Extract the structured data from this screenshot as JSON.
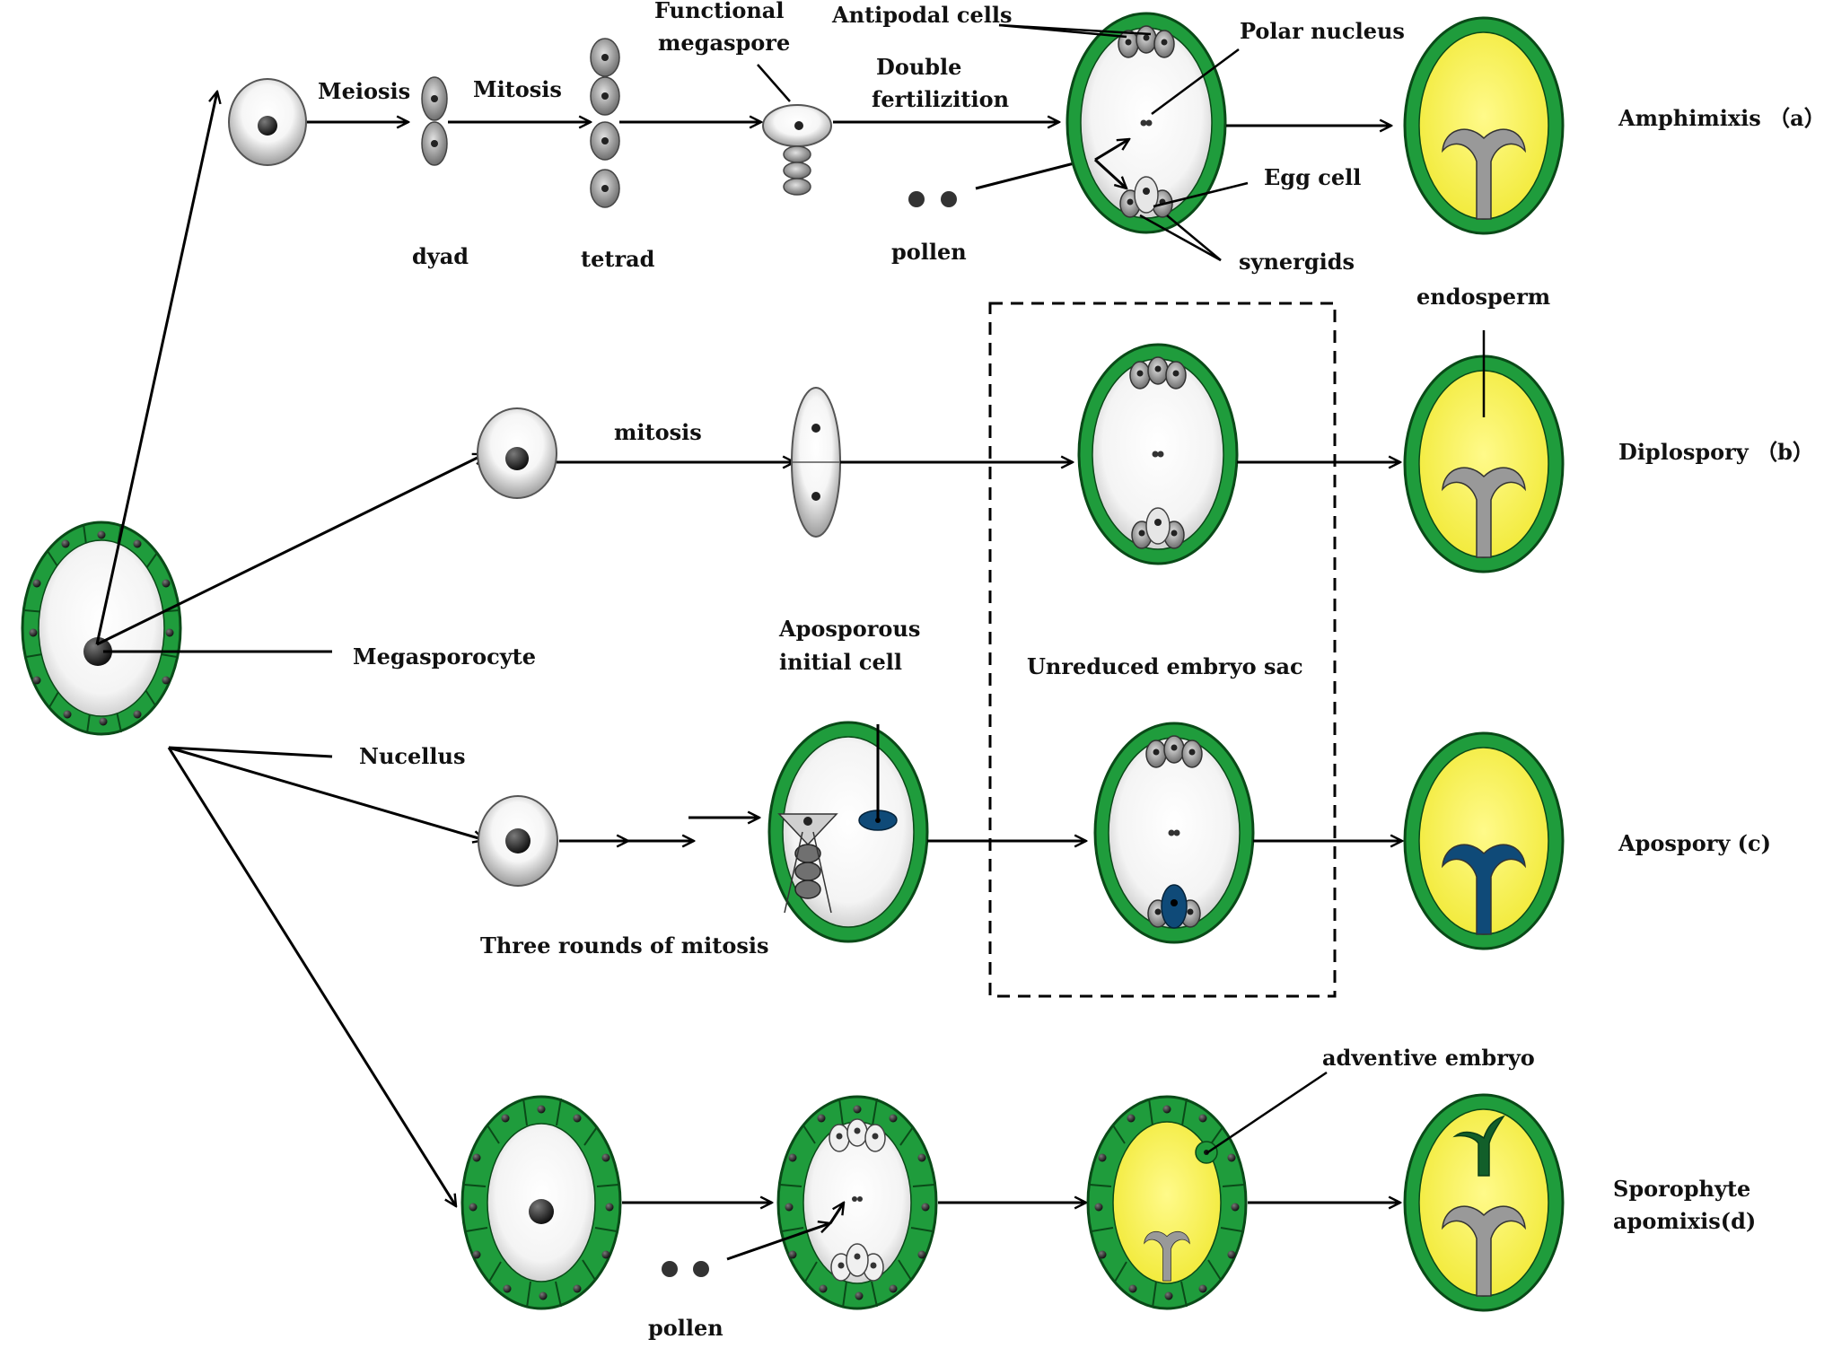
{
  "labels": {
    "meiosis": "Meiosis",
    "mitosis_top": "Mitosis",
    "functional_megaspore_1": "Functional",
    "functional_megaspore_2": "megaspore",
    "antipodal_cells": "Antipodal cells",
    "polar_nucleus": "Polar nucleus",
    "double_fert_1": "Double",
    "double_fert_2": "fertilizition",
    "egg_cell": "Egg cell",
    "synergids": "synergids",
    "dyad": "dyad",
    "tetrad": "tetrad",
    "pollen_top": "pollen",
    "endosperm": "endosperm",
    "mitosis_mid": "mitosis",
    "megasporocyte": "Megasporocyte",
    "nucellus": "Nucellus",
    "aposporous_1": "Aposporous",
    "aposporous_2": "initial cell",
    "unreduced_embryo_sac": "Unreduced embryo sac",
    "three_rounds": "Three rounds of mitosis",
    "adventive_embryo": "adventive embryo",
    "pollen_bottom": "pollen"
  },
  "pathways": {
    "a": "Amphimixis （a）",
    "b": "Diplospory （b）",
    "c": "Apospory (c)",
    "d_1": "Sporophyte",
    "d_2": "apomixis(d)"
  },
  "colors": {
    "green": "#1e9a3b",
    "dark_green": "#0d5c22",
    "yellow": "#f7f23a",
    "navy": "#0f4a78",
    "grey": "#9a9a9a"
  }
}
